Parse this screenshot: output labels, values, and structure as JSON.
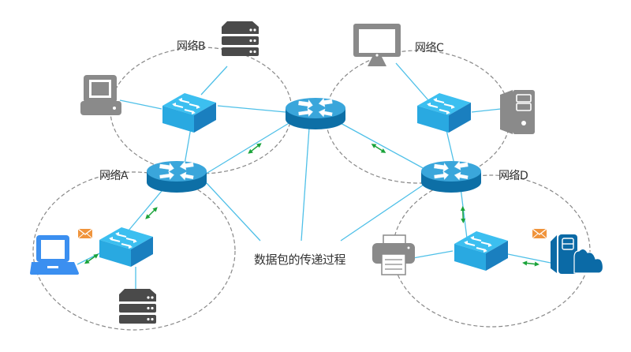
{
  "title": "数据包的传递过程",
  "networks": [
    {
      "id": "A",
      "label": "网络A"
    },
    {
      "id": "B",
      "label": "网络B"
    },
    {
      "id": "C",
      "label": "网络C"
    },
    {
      "id": "D",
      "label": "网络D"
    }
  ],
  "devices": {
    "core_router": "router",
    "network_A": [
      "router",
      "switch",
      "laptop",
      "server"
    ],
    "network_B": [
      "switch",
      "server",
      "desktop-computer"
    ],
    "network_C": [
      "switch",
      "monitor",
      "tower-pc"
    ],
    "network_D": [
      "router",
      "switch",
      "printer",
      "cloud-storage"
    ]
  },
  "icons": {
    "envelope": "envelope-icon",
    "transfer_arrow": "bidirectional-arrow-icon"
  },
  "colors": {
    "link": "#4fc0e8",
    "dashed_boundary": "#888888",
    "router_top": "#3aa6db",
    "router_side": "#0d6fa6",
    "switch_top": "#3cbff0",
    "switch_front": "#29a9e1",
    "switch_side": "#1a7fbf",
    "device_gray": "#8a8a8a",
    "server_dark": "#4a4a4a",
    "laptop_blue": "#3b8ff0",
    "cloud_blue": "#0b6aa6",
    "envelope_orange": "#f0943c",
    "arrow_green": "#1aa33a",
    "text": "#333333"
  }
}
